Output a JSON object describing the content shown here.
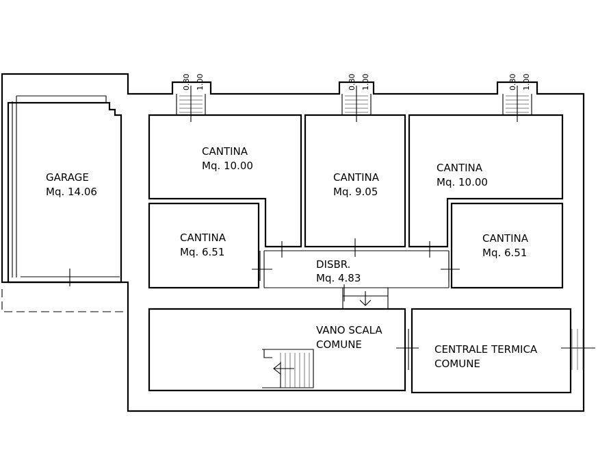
{
  "rooms": {
    "garage": {
      "name": "GARAGE",
      "area": "Mq. 14.06"
    },
    "cantina_a": {
      "name": "CANTINA",
      "area": "Mq. 10.00"
    },
    "cantina_b": {
      "name": "CANTINA",
      "area": "Mq. 9.05"
    },
    "cantina_c": {
      "name": "CANTINA",
      "area": "Mq. 10.00"
    },
    "cantina_d": {
      "name": "CANTINA",
      "area": "Mq. 6.51"
    },
    "cantina_e": {
      "name": "CANTINA",
      "area": "Mq. 6.51"
    },
    "disbr": {
      "name": "DISBR.",
      "area": "Mq. 4.83"
    },
    "vano": {
      "line1": "VANO SCALA",
      "line2": "COMUNE"
    },
    "centrale": {
      "line1": "CENTRALE TERMICA",
      "line2": "COMUNE"
    }
  },
  "dimensions": {
    "width": "0.80",
    "height": "1.00"
  }
}
